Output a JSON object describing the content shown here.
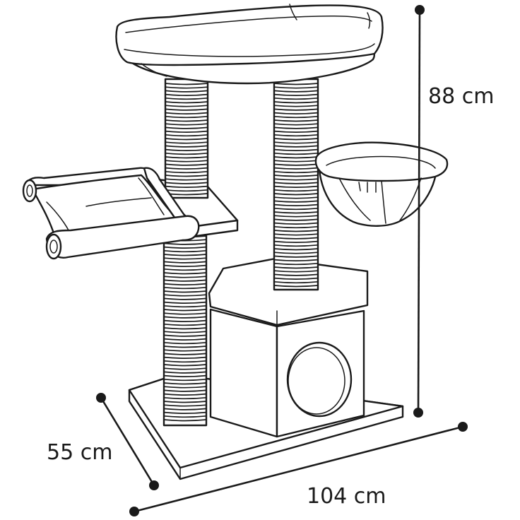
{
  "diagram": {
    "dimensions": {
      "height": "88 cm",
      "depth": "55 cm",
      "width": "104 cm"
    },
    "colors": {
      "ink": "#1a1a1a",
      "fill": "#ffffff"
    }
  }
}
